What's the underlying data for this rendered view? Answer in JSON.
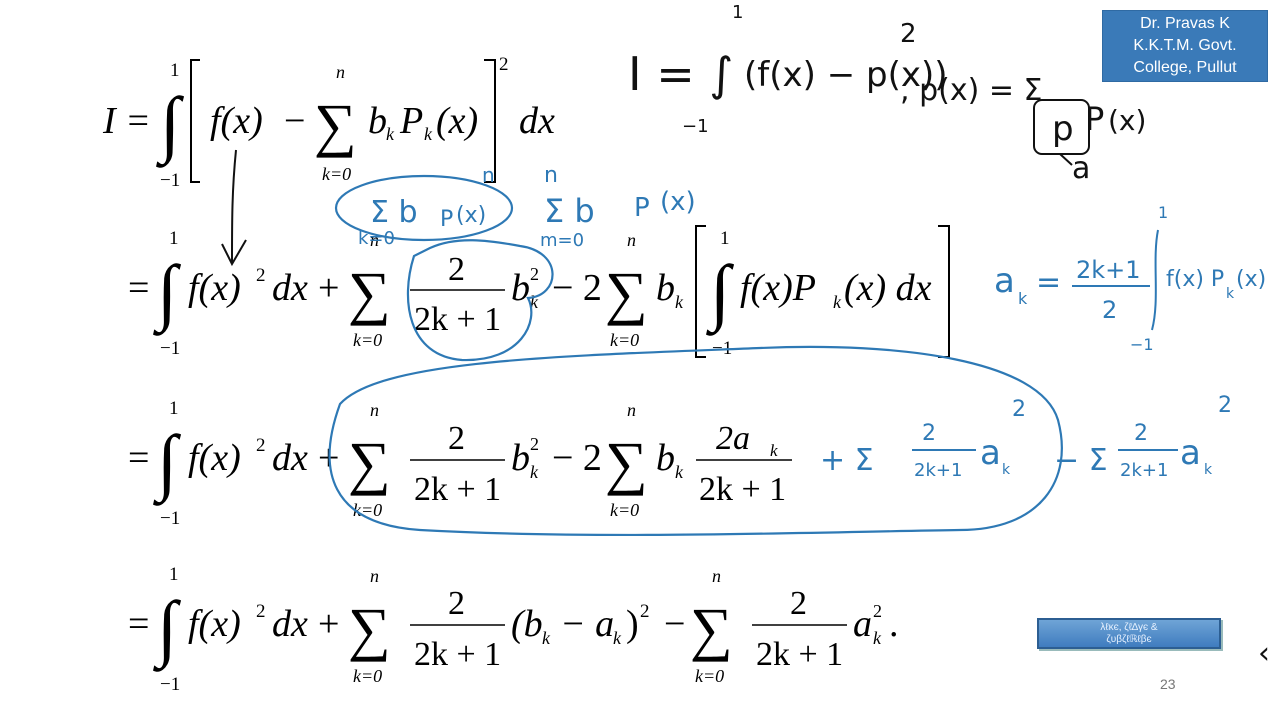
{
  "author": {
    "line1": "Dr. Pravas K",
    "line2": "K.K.T.M. Govt.",
    "line3": "College, Pullut"
  },
  "logo": {
    "line1": "λℓκє, ζℓ∆γє &",
    "line2": "ζυβζℓℝℓβє"
  },
  "slide_number": "23",
  "nav": {
    "prev_glyph": "‹"
  },
  "equations": {
    "eq1": {
      "lhs": "I =",
      "lower": "−1",
      "upper": "1",
      "f": "f(x)",
      "minus": "−",
      "sum_upper": "n",
      "sum_lower": "k=0",
      "term": "b",
      "term_sub": "k",
      "P": "P",
      "P_sub": "k",
      "arg": "(x)",
      "power": "2",
      "dx": "dx"
    },
    "eq2": {
      "eq": "=",
      "lower": "−1",
      "upper": "1",
      "f2": "f(x)",
      "sq": "2",
      "dx": "dx",
      "plus": "+",
      "n": "n",
      "k0": "k=0",
      "num": "2",
      "den": "2k + 1",
      "b": "b",
      "bk": "k",
      "b2": "2",
      "minus2": "− 2",
      "inner": "f(x)P",
      "inner_tail": "(x) dx"
    },
    "eq3": {
      "num2": "2a",
      "num2_sub": "k"
    },
    "eq4": {
      "paren": "(b",
      "paren_mid": "− a",
      "paren_close": ")",
      "minus": "−",
      "a": "a",
      "end": "."
    }
  },
  "handwriting": {
    "top_I": "I = ∫",
    "top_lim_up": "1",
    "top_lim_low": "−1",
    "top_body": "(f(x) − p(x))",
    "top_sq": "2",
    "top_px": ", p(x) = Σ",
    "top_pk": "p",
    "top_Pk": "P",
    "top_Pk_tail": "(x)",
    "top_ak": "a",
    "circle_sum": "Σ b",
    "circle_sum_tail": "P",
    "circle_sum_arg": "(x)",
    "circle_k0": "k=0",
    "circle_n": "n",
    "sum_m": "Σ b",
    "sum_m_P": "P",
    "sum_m_arg": "(x)",
    "sum_m_n": "n",
    "sum_m_low": "m=0",
    "ak_def": "a",
    "ak_frac_num": "2k+1",
    "ak_frac_den": "2",
    "ak_int": "f(x) P",
    "ak_int_tail": "(x)",
    "ak_lim_up": "1",
    "ak_lim_low": "−1",
    "plus_term": "+ Σ",
    "minus_term": "− Σ",
    "frac_num": "2",
    "frac_den": "2k+1",
    "a_sym": "a",
    "a_sq": "2"
  }
}
